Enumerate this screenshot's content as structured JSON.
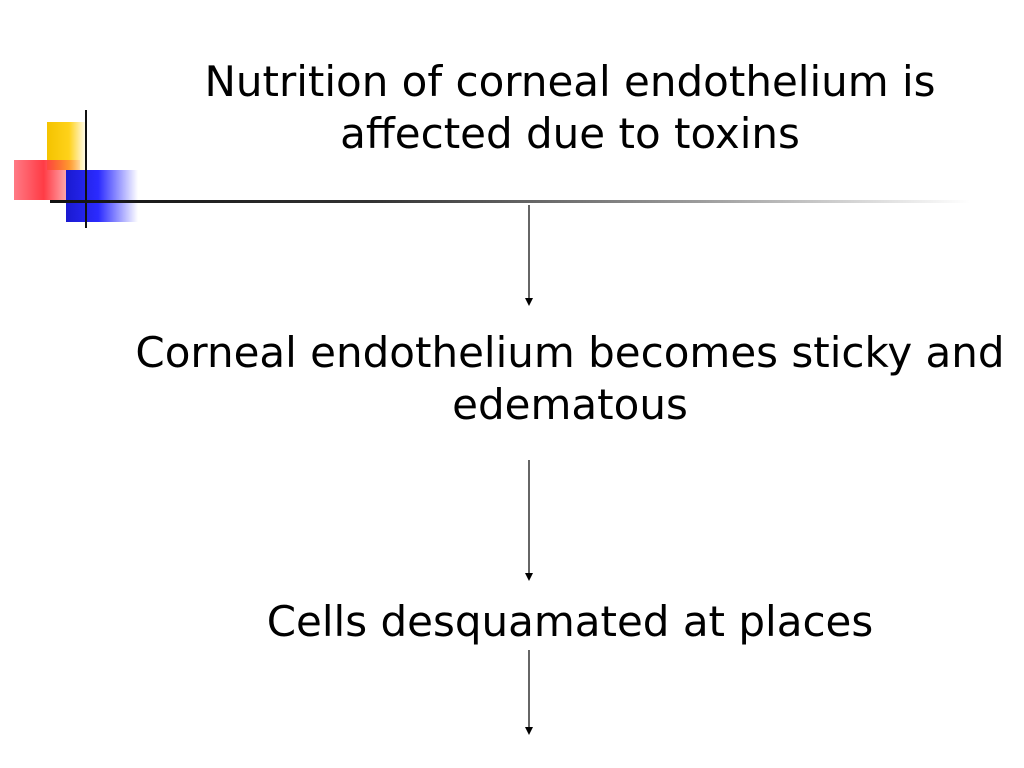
{
  "flowchart": {
    "steps": [
      {
        "text": "Nutrition of corneal endothelium is affected due to toxins"
      },
      {
        "text": "Corneal endothelium becomes sticky and edematous"
      },
      {
        "text": "Cells desquamated at places"
      }
    ]
  },
  "colors": {
    "ornament_yellow": "#ffd21a",
    "ornament_red": "#ff3b45",
    "ornament_blue": "#2b2bff",
    "text": "#000000",
    "arrow": "#000000"
  }
}
